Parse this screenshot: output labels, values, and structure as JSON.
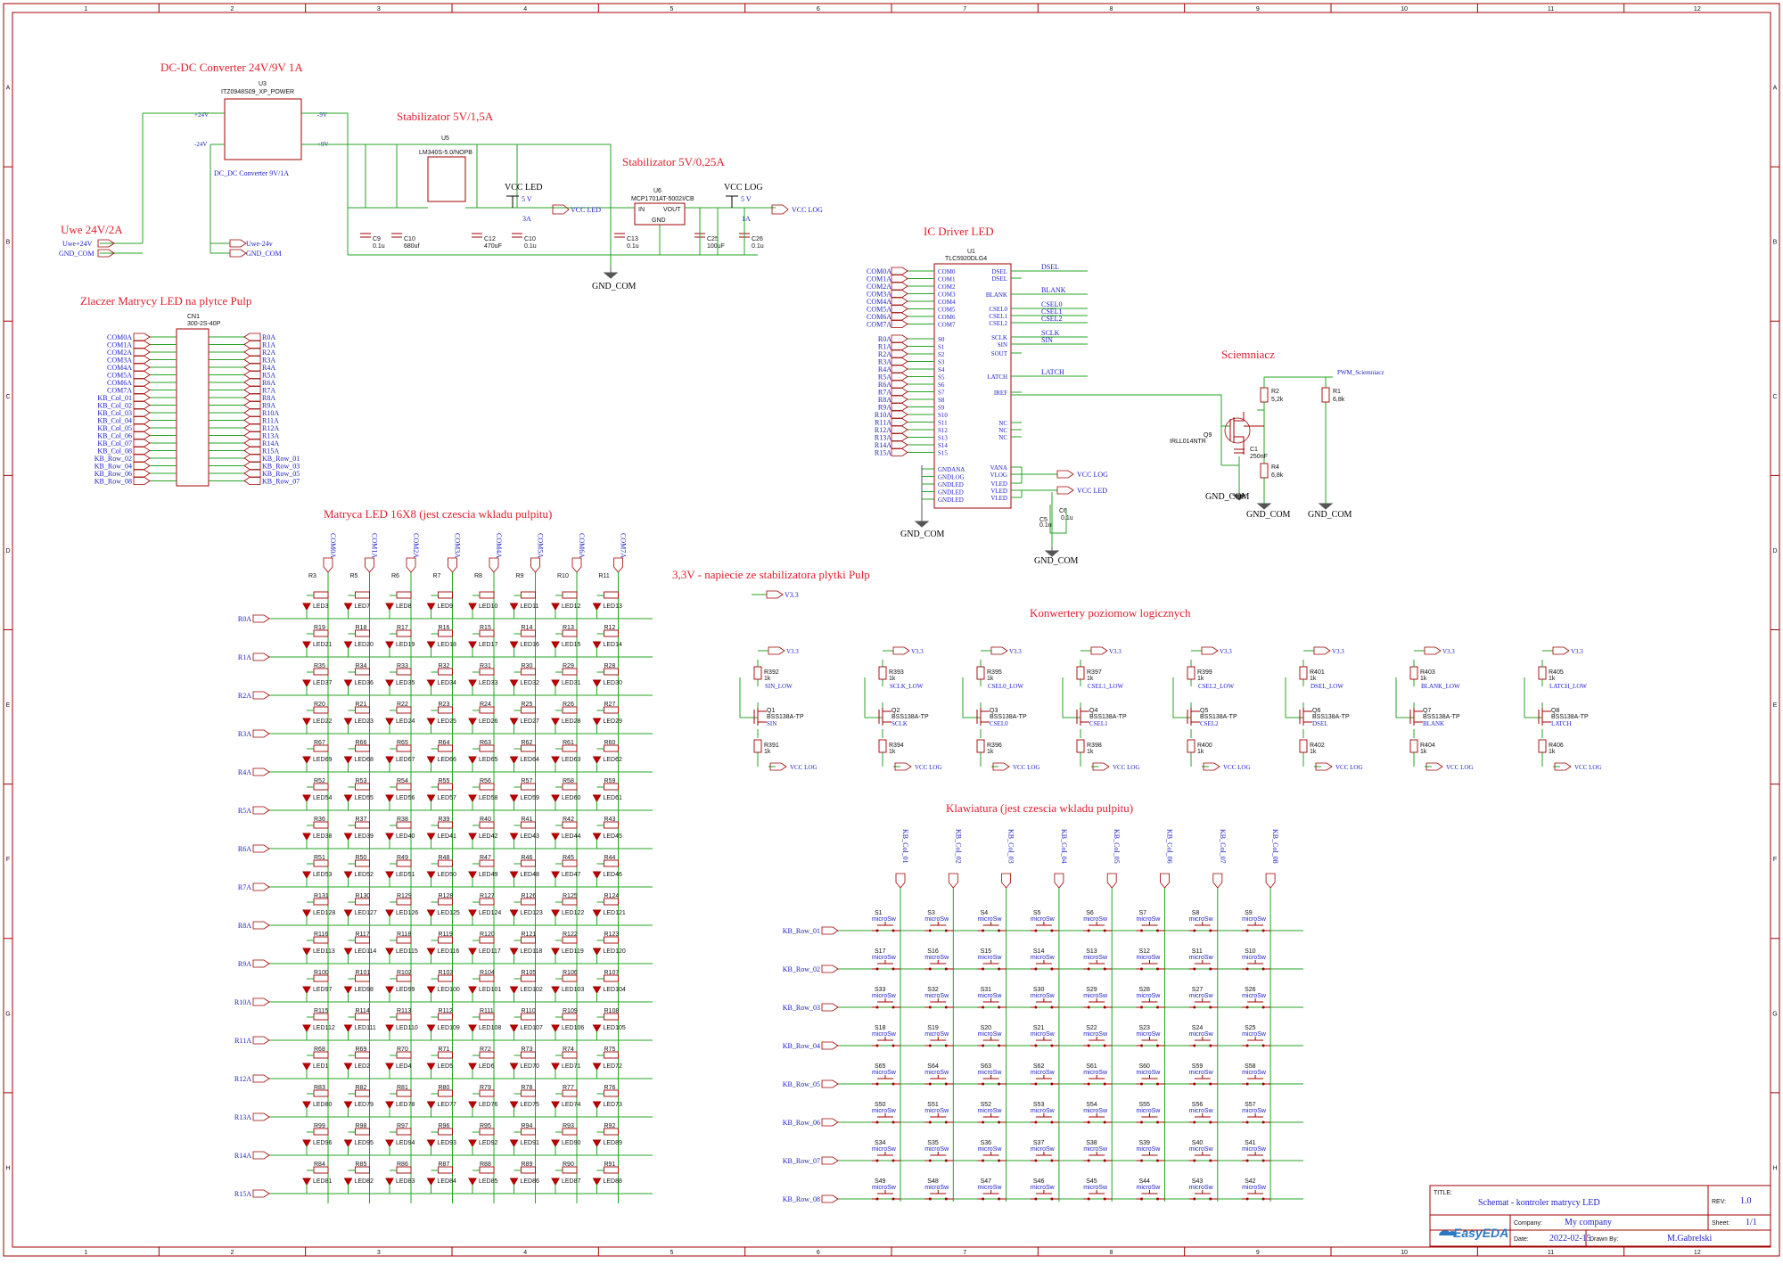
{
  "frame": {
    "cols": [
      "1",
      "2",
      "3",
      "4",
      "5",
      "6",
      "7",
      "8",
      "9",
      "10",
      "11",
      "12"
    ],
    "rows": [
      "A",
      "B",
      "C",
      "D",
      "E",
      "F",
      "G",
      "H"
    ]
  },
  "sections": {
    "dcdc": "DC-DC Converter 24V/9V 1A",
    "stab5v": "Stabilizator 5V/1,5A",
    "stab5v025": "Stabilizator 5V/0,25A",
    "zlacze": "Zlaczer Matrycy LED na plytce Pulp",
    "driver": "IC Driver LED",
    "sciemniacz": "Sciemniacz",
    "matryca": "Matryca LED 16X8 (jest czescia wkladu pulpitu)",
    "v33": "3,3V - napiecie ze stabilizatora plytki Pulp",
    "konwertery": "Konwertery poziomow logicznych",
    "klawiatura": "Klawiatura (jest czescia wkladu pulpitu)"
  },
  "power": {
    "u3_ref": "U3",
    "u3_part": "ITZ0948S09_XP_POWER",
    "u3_label": "DC_DC Converter 9V/1A",
    "pin_p24": "+24V",
    "pin_m24": "-24V",
    "pin_m9": "-9V",
    "pin_p9": "+9V",
    "uwe_title": "Uwe 24V/2A",
    "uwe_in1": "Uwe+24V",
    "uwe_in2": "GND_COM",
    "uwe_out1": "Uwe-24v",
    "uwe_out2": "GND_COM",
    "u5_ref": "U5",
    "u5_part": "LM340S-5.0/NOPB",
    "u6_ref": "U6",
    "u6_part": "MCP1701AT-5002I/CB",
    "u6_in": "IN",
    "u6_vout": "VOUT",
    "u6_gnd": "GND",
    "caps": [
      {
        "ref": "C9",
        "val": "0.1u"
      },
      {
        "ref": "C10",
        "val": "680uf"
      },
      {
        "ref": "C12",
        "val": "470uF"
      },
      {
        "ref": "C10",
        "val": "0.1u"
      },
      {
        "ref": "C13",
        "val": "0.1u"
      },
      {
        "ref": "C25",
        "val": "100uF"
      },
      {
        "ref": "C26",
        "val": "0.1u"
      }
    ],
    "vcc_led": "VCC LED",
    "vcc_led_v": "5 V",
    "vcc_led_a": "3A",
    "vcc_log": "VCC LOG",
    "vcc_log_v": "5 V",
    "vcc_log_a": "1A",
    "gnd": "GND_COM"
  },
  "connector": {
    "ref": "CN1",
    "part": "300-2S-40P",
    "left": [
      "COM0A",
      "COM1A",
      "COM2A",
      "COM3A",
      "COM4A",
      "COM5A",
      "COM6A",
      "COM7A",
      "KB_Col_01",
      "KB_Col_02",
      "KB_Col_03",
      "KB_Col_04",
      "KB_Col_05",
      "KB_Col_06",
      "KB_Col_07",
      "KB_Col_08",
      "KB_Row_02",
      "KB_Row_04",
      "KB_Row_06",
      "KB_Row_08"
    ],
    "right": [
      "R0A",
      "R1A",
      "R2A",
      "R3A",
      "R4A",
      "R5A",
      "R6A",
      "R7A",
      "R8A",
      "R9A",
      "R10A",
      "R11A",
      "R12A",
      "R13A",
      "R14A",
      "R15A",
      "KB_Row_01",
      "KB_Row_03",
      "KB_Row_05",
      "KB_Row_07"
    ]
  },
  "driver": {
    "ref": "U1",
    "part": "TLC5920DLG4",
    "com_nets": [
      "COM0A",
      "COM1A",
      "COM2A",
      "COM3A",
      "COM4A",
      "COM5A",
      "COM6A",
      "COM7A"
    ],
    "com_pins": [
      "COM0",
      "COM1",
      "COM2",
      "COM3",
      "COM4",
      "COM5",
      "COM6",
      "COM7"
    ],
    "row_nets": [
      "R0A",
      "R1A",
      "R2A",
      "R3A",
      "R4A",
      "R5A",
      "R6A",
      "R7A",
      "R8A",
      "R9A",
      "R10A",
      "R11A",
      "R12A",
      "R13A",
      "R14A",
      "R15A"
    ],
    "row_pins": [
      "S0",
      "S1",
      "S2",
      "S3",
      "S4",
      "S5",
      "S6",
      "S7",
      "S8",
      "S9",
      "S10",
      "S11",
      "S12",
      "S13",
      "S14",
      "S15"
    ],
    "gnd_pins": [
      "GNDANA",
      "GNDLOG",
      "GNDLED",
      "GNDLED",
      "GNDLED"
    ],
    "right_pins": [
      "DSEL",
      "DSEL",
      "BLANK",
      "CSEL0",
      "CSEL1",
      "CSEL2",
      "SCLK",
      "SIN",
      "SOUT",
      "LATCH",
      "IREF",
      "NC",
      "NC",
      "NC",
      "VANA",
      "VLOG",
      "VLED",
      "VLED",
      "VLED"
    ],
    "right_nets": [
      "DSEL",
      "BLANK",
      "CSEL0",
      "CSEL1",
      "CSEL2",
      "SCLK",
      "SIN",
      "LATCH"
    ],
    "vcc_log": "VCC LOG",
    "vcc_led": "VCC LED",
    "c5": "C5",
    "c5v": "0.1u",
    "c6": "C6",
    "c6v": "0.1u",
    "gnd": "GND_COM"
  },
  "dimmer": {
    "pwm": "PWM_Sciemniacz",
    "r2": "R2",
    "r2v": "5,2k",
    "r1": "R1",
    "r1v": "6,8k",
    "q9": "Q9",
    "q9p": "IRLL014NTR",
    "c1": "C1",
    "c1v": "250nF",
    "r4": "R4",
    "r4v": "6,8k",
    "gnd": "GND_COM"
  },
  "matrix": {
    "cols": [
      "COM0A",
      "COM1A",
      "COM2A",
      "COM3A",
      "COM4A",
      "COM5A",
      "COM6A",
      "COM7A"
    ],
    "rows": [
      "R0A",
      "R1A",
      "R2A",
      "R3A",
      "R4A",
      "R5A",
      "R6A",
      "R7A",
      "R8A",
      "R9A",
      "R10A",
      "R11A",
      "R12A",
      "R13A",
      "R14A",
      "R15A"
    ],
    "res_top": [
      "R3",
      "R5",
      "R6",
      "R7",
      "R8",
      "R9",
      "R10",
      "R11"
    ],
    "cells": [
      {
        "leds": [
          "LED3",
          "LED7",
          "LED8",
          "LED9",
          "LED10",
          "LED11",
          "LED12",
          "LED13"
        ],
        "res": [
          "R19",
          "R18",
          "R17",
          "R16",
          "R15",
          "R14",
          "R13",
          "R12"
        ]
      },
      {
        "leds": [
          "LED21",
          "LED20",
          "LED19",
          "LED18",
          "LED17",
          "LED16",
          "LED15",
          "LED14"
        ],
        "res": [
          "R35",
          "R34",
          "R33",
          "R32",
          "R31",
          "R30",
          "R29",
          "R28"
        ]
      },
      {
        "leds": [
          "LED37",
          "LED36",
          "LED35",
          "LED34",
          "LED33",
          "LED32",
          "LED31",
          "LED30"
        ],
        "res": [
          "R20",
          "R21",
          "R22",
          "R23",
          "R24",
          "R25",
          "R26",
          "R27"
        ]
      },
      {
        "leds": [
          "LED22",
          "LED23",
          "LED24",
          "LED25",
          "LED26",
          "LED27",
          "LED28",
          "LED29"
        ],
        "res": [
          "R67",
          "R66",
          "R65",
          "R64",
          "R63",
          "R62",
          "R61",
          "R60"
        ]
      },
      {
        "leds": [
          "LED69",
          "LED68",
          "LED67",
          "LED66",
          "LED65",
          "LED64",
          "LED63",
          "LED62"
        ],
        "res": [
          "R52",
          "R53",
          "R54",
          "R55",
          "R56",
          "R57",
          "R58",
          "R59"
        ]
      },
      {
        "leds": [
          "LED54",
          "LED55",
          "LED56",
          "LED57",
          "LED58",
          "LED59",
          "LED60",
          "LED61"
        ],
        "res": [
          "R36",
          "R37",
          "R38",
          "R39",
          "R40",
          "R41",
          "R42",
          "R43"
        ]
      },
      {
        "leds": [
          "LED38",
          "LED39",
          "LED40",
          "LED41",
          "LED42",
          "LED43",
          "LED44",
          "LED45"
        ],
        "res": [
          "R51",
          "R50",
          "R49",
          "R48",
          "R47",
          "R46",
          "R45",
          "R44"
        ]
      },
      {
        "leds": [
          "LED53",
          "LED52",
          "LED51",
          "LED50",
          "LED49",
          "LED48",
          "LED47",
          "LED46"
        ],
        "res": [
          "R131",
          "R130",
          "R129",
          "R128",
          "R127",
          "R126",
          "R125",
          "R124"
        ]
      },
      {
        "leds": [
          "LED128",
          "LED127",
          "LED126",
          "LED125",
          "LED124",
          "LED123",
          "LED122",
          "LED121"
        ],
        "res": [
          "R116",
          "R117",
          "R118",
          "R119",
          "R120",
          "R121",
          "R122",
          "R123"
        ]
      },
      {
        "leds": [
          "LED113",
          "LED114",
          "LED115",
          "LED116",
          "LED117",
          "LED118",
          "LED119",
          "LED120"
        ],
        "res": [
          "R100",
          "R101",
          "R102",
          "R103",
          "R104",
          "R105",
          "R106",
          "R107"
        ]
      },
      {
        "leds": [
          "LED97",
          "LED98",
          "LED99",
          "LED100",
          "LED101",
          "LED102",
          "LED103",
          "LED104"
        ],
        "res": [
          "R115",
          "R114",
          "R113",
          "R112",
          "R111",
          "R110",
          "R109",
          "R108"
        ]
      },
      {
        "leds": [
          "LED112",
          "LED111",
          "LED110",
          "LED109",
          "LED108",
          "LED107",
          "LED106",
          "LED105"
        ],
        "res": [
          "R68",
          "R69",
          "R70",
          "R71",
          "R72",
          "R73",
          "R74",
          "R75"
        ]
      },
      {
        "leds": [
          "LED1",
          "LED2",
          "LED4",
          "LED5",
          "LED6",
          "LED70",
          "LED71",
          "LED72"
        ],
        "res": [
          "R83",
          "R82",
          "R81",
          "R80",
          "R79",
          "R78",
          "R77",
          "R76"
        ]
      },
      {
        "leds": [
          "LED80",
          "LED79",
          "LED78",
          "LED77",
          "LED76",
          "LED75",
          "LED74",
          "LED73"
        ],
        "res": [
          "R99",
          "R98",
          "R97",
          "R96",
          "R95",
          "R94",
          "R93",
          "R92"
        ]
      },
      {
        "leds": [
          "LED96",
          "LED95",
          "LED94",
          "LED93",
          "LED92",
          "LED91",
          "LED90",
          "LED89"
        ],
        "res": [
          "R84",
          "R85",
          "R86",
          "R87",
          "R88",
          "R89",
          "R90",
          "R91"
        ]
      },
      {
        "leds": [
          "LED81",
          "LED82",
          "LED83",
          "LED84",
          "LED85",
          "LED86",
          "LED87",
          "LED88"
        ],
        "res": []
      }
    ]
  },
  "v33": {
    "net": "V3.3"
  },
  "converters": [
    {
      "rtop": "R392",
      "rtopv": "1k",
      "low": "SIN_LOW",
      "q": "Q1",
      "qp": "BSS138A-TP",
      "sig": "SIN",
      "rbot": "R391",
      "rbotv": "1k"
    },
    {
      "rtop": "R393",
      "rtopv": "1k",
      "low": "SCLK_LOW",
      "q": "Q2",
      "qp": "BSS138A-TP",
      "sig": "SCLK",
      "rbot": "R394",
      "rbotv": "1k"
    },
    {
      "rtop": "R395",
      "rtopv": "1k",
      "low": "CSEL0_LOW",
      "q": "Q3",
      "qp": "BSS138A-TP",
      "sig": "CSEL0",
      "rbot": "R396",
      "rbotv": "1k"
    },
    {
      "rtop": "R397",
      "rtopv": "1k",
      "low": "CSEL1_LOW",
      "q": "Q4",
      "qp": "BSS138A-TP",
      "sig": "CSEL1",
      "rbot": "R398",
      "rbotv": "1k"
    },
    {
      "rtop": "R399",
      "rtopv": "1k",
      "low": "CSEL2_LOW",
      "q": "Q5",
      "qp": "BSS138A-TP",
      "sig": "CSEL2",
      "rbot": "R400",
      "rbotv": "1k"
    },
    {
      "rtop": "R401",
      "rtopv": "1k",
      "low": "DSEL_LOW",
      "q": "Q6",
      "qp": "BSS138A-TP",
      "sig": "DSEL",
      "rbot": "R402",
      "rbotv": "1k"
    },
    {
      "rtop": "R403",
      "rtopv": "1k",
      "low": "BLANK_LOW",
      "q": "Q7",
      "qp": "BSS138A-TP",
      "sig": "BLANK",
      "rbot": "R404",
      "rbotv": "1k"
    },
    {
      "rtop": "R405",
      "rtopv": "1k",
      "low": "LATCH_LOW",
      "q": "Q8",
      "qp": "BSS138A-TP",
      "sig": "LATCH",
      "rbot": "R406",
      "rbotv": "1k"
    }
  ],
  "conv_vtop": "V3.3",
  "conv_vbot": "VCC LOG",
  "keyboard": {
    "cols": [
      "KB_Col_01",
      "KB_Col_02",
      "KB_Col_03",
      "KB_Col_04",
      "KB_Col_05",
      "KB_Col_06",
      "KB_Col_07",
      "KB_Col_08"
    ],
    "rows": [
      "KB_Row_01",
      "KB_Row_02",
      "KB_Row_03",
      "KB_Row_04",
      "KB_Row_05",
      "KB_Row_06",
      "KB_Row_07",
      "KB_Row_08"
    ],
    "part": "microSw",
    "switches": [
      [
        "S1",
        "S3",
        "S4",
        "S5",
        "S6",
        "S7",
        "S8",
        "S9"
      ],
      [
        "S17",
        "S16",
        "S15",
        "S14",
        "S13",
        "S12",
        "S11",
        "S10"
      ],
      [
        "S33",
        "S32",
        "S31",
        "S30",
        "S29",
        "S28",
        "S27",
        "S26"
      ],
      [
        "S18",
        "S19",
        "S20",
        "S21",
        "S22",
        "S23",
        "S24",
        "S25"
      ],
      [
        "S65",
        "S64",
        "S63",
        "S62",
        "S61",
        "S60",
        "S59",
        "S58"
      ],
      [
        "S50",
        "S51",
        "S52",
        "S53",
        "S54",
        "S55",
        "S56",
        "S57"
      ],
      [
        "S34",
        "S35",
        "S36",
        "S37",
        "S38",
        "S39",
        "S40",
        "S41"
      ],
      [
        "S49",
        "S48",
        "S47",
        "S46",
        "S45",
        "S44",
        "S43",
        "S42"
      ]
    ]
  },
  "titleblock": {
    "title_label": "TITLE:",
    "title": "Schemat - kontroler matrycy LED",
    "rev_label": "REV:",
    "rev": "1.0",
    "company_label": "Company:",
    "company": "My company",
    "sheet_label": "Sheet:",
    "sheet": "1/1",
    "date_label": "Date:",
    "date": "2022-02-15",
    "drawn_label": "Drawn By:",
    "drawn": "M.Gabrelski",
    "logo": "EasyEDA"
  }
}
